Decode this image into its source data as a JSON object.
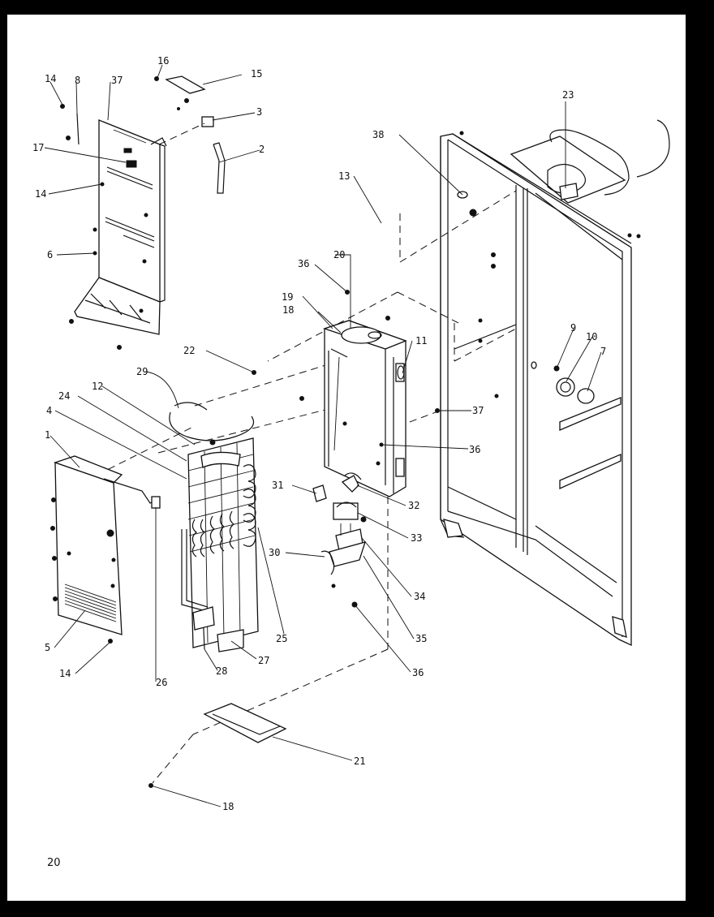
{
  "page_number": "20",
  "callouts": [
    {
      "id": "c16",
      "text": "16"
    },
    {
      "id": "c15",
      "text": "15"
    },
    {
      "id": "c14a",
      "text": "14"
    },
    {
      "id": "c8",
      "text": "8"
    },
    {
      "id": "c37a",
      "text": "37"
    },
    {
      "id": "c3",
      "text": "3"
    },
    {
      "id": "c2",
      "text": "2"
    },
    {
      "id": "c17",
      "text": "17"
    },
    {
      "id": "c14b",
      "text": "14"
    },
    {
      "id": "c6",
      "text": "6"
    },
    {
      "id": "c23",
      "text": "23"
    },
    {
      "id": "c38",
      "text": "38"
    },
    {
      "id": "c13",
      "text": "13"
    },
    {
      "id": "c36a",
      "text": "36"
    },
    {
      "id": "c20",
      "text": "20"
    },
    {
      "id": "c19",
      "text": "19"
    },
    {
      "id": "c18a",
      "text": "18"
    },
    {
      "id": "c11",
      "text": "11"
    },
    {
      "id": "c9",
      "text": "9"
    },
    {
      "id": "c10",
      "text": "10"
    },
    {
      "id": "c7",
      "text": "7"
    },
    {
      "id": "c22",
      "text": "22"
    },
    {
      "id": "c29",
      "text": "29"
    },
    {
      "id": "c12",
      "text": "12"
    },
    {
      "id": "c24",
      "text": "24"
    },
    {
      "id": "c4",
      "text": "4"
    },
    {
      "id": "c1",
      "text": "1"
    },
    {
      "id": "c37b",
      "text": "37"
    },
    {
      "id": "c36b",
      "text": "36"
    },
    {
      "id": "c31",
      "text": "31"
    },
    {
      "id": "c32",
      "text": "32"
    },
    {
      "id": "c33",
      "text": "33"
    },
    {
      "id": "c30",
      "text": "30"
    },
    {
      "id": "c34",
      "text": "34"
    },
    {
      "id": "c35",
      "text": "35"
    },
    {
      "id": "c25",
      "text": "25"
    },
    {
      "id": "c5",
      "text": "5"
    },
    {
      "id": "c14c",
      "text": "14"
    },
    {
      "id": "c26",
      "text": "26"
    },
    {
      "id": "c28",
      "text": "28"
    },
    {
      "id": "c27",
      "text": "27"
    },
    {
      "id": "c36c",
      "text": "36"
    },
    {
      "id": "c21",
      "text": "21"
    },
    {
      "id": "c18b",
      "text": "18"
    }
  ]
}
